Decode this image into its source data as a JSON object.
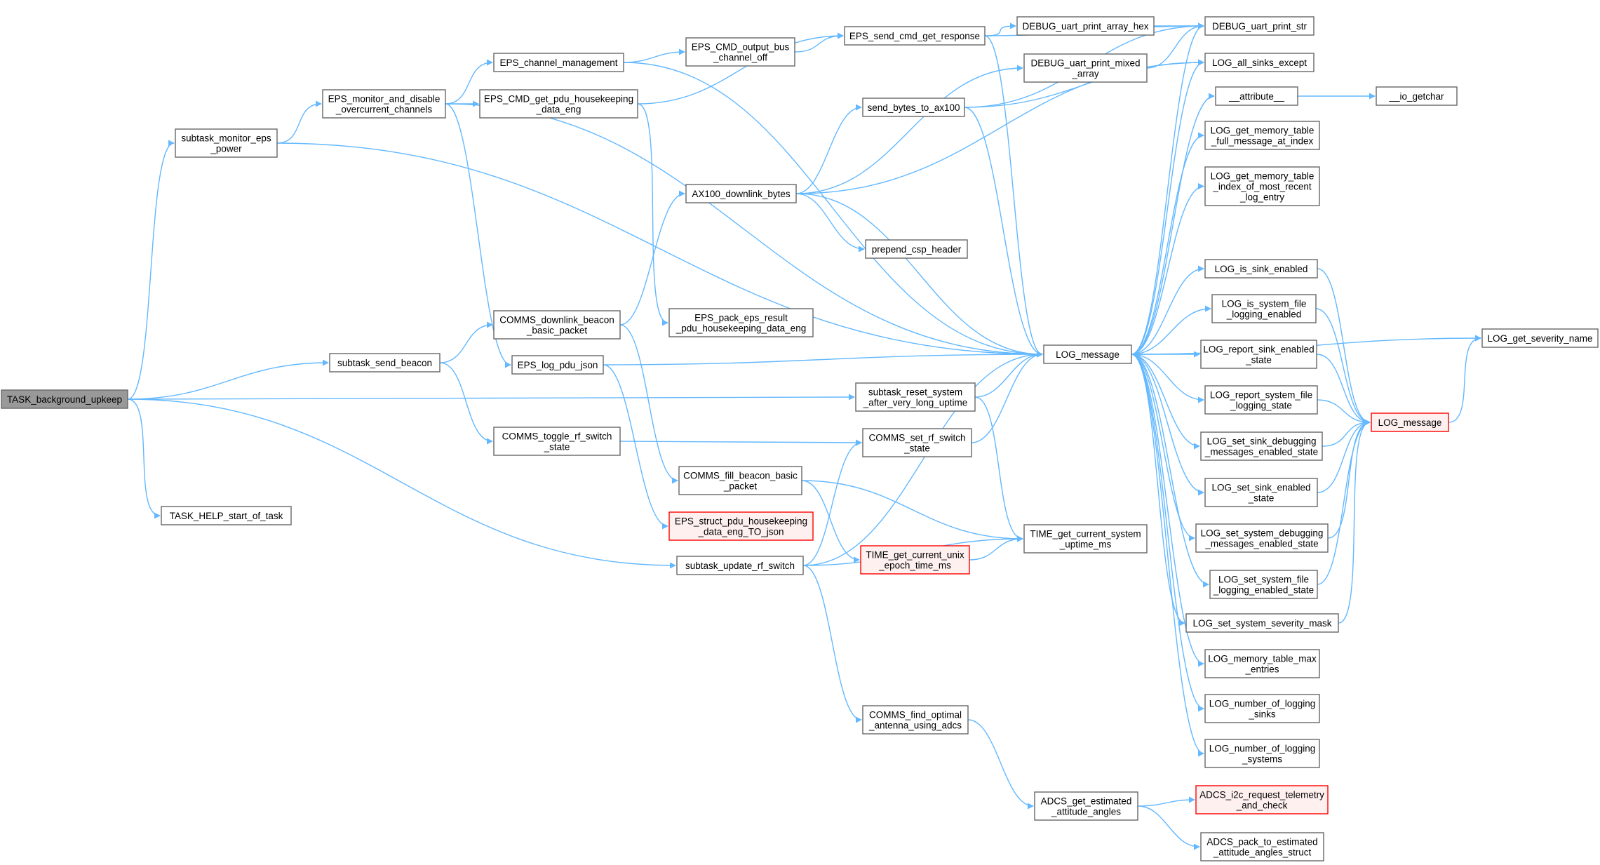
{
  "colors": {
    "edge": "#63b8ff",
    "node_border": "#666666",
    "root_fill": "#999999",
    "red_border": "#ff0000",
    "red_fill": "#fff0f0"
  },
  "nodes": [
    {
      "id": "root",
      "lines": [
        "TASK_background_upkeep"
      ],
      "style": "root"
    },
    {
      "id": "monitor_eps",
      "lines": [
        "subtask_monitor_eps",
        "_power"
      ]
    },
    {
      "id": "help_start",
      "lines": [
        "TASK_HELP_start_of_task"
      ]
    },
    {
      "id": "send_beacon",
      "lines": [
        "subtask_send_beacon"
      ]
    },
    {
      "id": "eps_monitor",
      "lines": [
        "EPS_monitor_and_disable",
        "_overcurrent_channels"
      ]
    },
    {
      "id": "eps_chan_mgmt",
      "lines": [
        "EPS_channel_management"
      ]
    },
    {
      "id": "eps_cmd_pdu",
      "lines": [
        "EPS_CMD_get_pdu_housekeeping",
        "_data_eng"
      ]
    },
    {
      "id": "comms_dl_beacon",
      "lines": [
        "COMMS_downlink_beacon",
        "_basic_packet"
      ]
    },
    {
      "id": "eps_log_pdu",
      "lines": [
        "EPS_log_pdu_json"
      ]
    },
    {
      "id": "comms_toggle_rf",
      "lines": [
        "COMMS_toggle_rf_switch",
        "_state"
      ]
    },
    {
      "id": "update_rf",
      "lines": [
        "subtask_update_rf_switch"
      ]
    },
    {
      "id": "eps_cmd_out",
      "lines": [
        "EPS_CMD_output_bus",
        "_channel_off"
      ]
    },
    {
      "id": "ax100_dl",
      "lines": [
        "AX100_downlink_bytes"
      ]
    },
    {
      "id": "eps_pack",
      "lines": [
        "EPS_pack_eps_result",
        "_pdu_housekeeping_data_eng"
      ]
    },
    {
      "id": "comms_fill",
      "lines": [
        "COMMS_fill_beacon_basic",
        "_packet"
      ]
    },
    {
      "id": "eps_struct",
      "lines": [
        "EPS_struct_pdu_housekeeping",
        "_data_eng_TO_json"
      ],
      "style": "red"
    },
    {
      "id": "eps_send_cmd",
      "lines": [
        "EPS_send_cmd_get_response"
      ]
    },
    {
      "id": "send_bytes",
      "lines": [
        "send_bytes_to_ax100"
      ]
    },
    {
      "id": "prepend_csp",
      "lines": [
        "prepend_csp_header"
      ]
    },
    {
      "id": "reset_system",
      "lines": [
        "subtask_reset_system",
        "_after_very_long_uptime"
      ]
    },
    {
      "id": "comms_set_rf",
      "lines": [
        "COMMS_set_rf_switch",
        "_state"
      ]
    },
    {
      "id": "time_unix",
      "lines": [
        "TIME_get_current_unix",
        "_epoch_time_ms"
      ],
      "style": "red"
    },
    {
      "id": "comms_find_ant",
      "lines": [
        "COMMS_find_optimal",
        "_antenna_using_adcs"
      ]
    },
    {
      "id": "debug_arr_hex",
      "lines": [
        "DEBUG_uart_print_array_hex"
      ]
    },
    {
      "id": "debug_mixed",
      "lines": [
        "DEBUG_uart_print_mixed",
        "_array"
      ]
    },
    {
      "id": "log_message",
      "lines": [
        "LOG_message"
      ]
    },
    {
      "id": "time_uptime",
      "lines": [
        "TIME_get_current_system",
        "_uptime_ms"
      ]
    },
    {
      "id": "adcs_get_att",
      "lines": [
        "ADCS_get_estimated",
        "_attitude_angles"
      ]
    },
    {
      "id": "debug_str",
      "lines": [
        "DEBUG_uart_print_str"
      ]
    },
    {
      "id": "log_all_sinks",
      "lines": [
        "LOG_all_sinks_except"
      ]
    },
    {
      "id": "attribute",
      "lines": [
        "__attribute__"
      ]
    },
    {
      "id": "log_mem_full",
      "lines": [
        "LOG_get_memory_table",
        "_full_message_at_index"
      ]
    },
    {
      "id": "log_mem_idx",
      "lines": [
        "LOG_get_memory_table",
        "_index_of_most_recent",
        "_log_entry"
      ]
    },
    {
      "id": "log_sink_en",
      "lines": [
        "LOG_is_sink_enabled"
      ]
    },
    {
      "id": "log_sys_file",
      "lines": [
        "LOG_is_system_file",
        "_logging_enabled"
      ]
    },
    {
      "id": "log_rep_sink",
      "lines": [
        "LOG_report_sink_enabled",
        "_state"
      ]
    },
    {
      "id": "log_rep_file",
      "lines": [
        "LOG_report_system_file",
        "_logging_state"
      ]
    },
    {
      "id": "log_set_sink_dbg",
      "lines": [
        "LOG_set_sink_debugging",
        "_messages_enabled_state"
      ]
    },
    {
      "id": "log_set_sink_en",
      "lines": [
        "LOG_set_sink_enabled",
        "_state"
      ]
    },
    {
      "id": "log_set_sys_dbg",
      "lines": [
        "LOG_set_system_debugging",
        "_messages_enabled_state"
      ]
    },
    {
      "id": "log_set_sys_file",
      "lines": [
        "LOG_set_system_file",
        "_logging_enabled_state"
      ]
    },
    {
      "id": "log_set_sev",
      "lines": [
        "LOG_set_system_severity_mask"
      ]
    },
    {
      "id": "log_mem_max",
      "lines": [
        "LOG_memory_table_max",
        "_entries"
      ]
    },
    {
      "id": "log_num_sinks",
      "lines": [
        "LOG_number_of_logging",
        "_sinks"
      ]
    },
    {
      "id": "log_num_sys",
      "lines": [
        "LOG_number_of_logging",
        "_systems"
      ]
    },
    {
      "id": "adcs_i2c",
      "lines": [
        "ADCS_i2c_request_telemetry",
        "_and_check"
      ],
      "style": "red"
    },
    {
      "id": "adcs_pack",
      "lines": [
        "ADCS_pack_to_estimated",
        "_attitude_angles_struct"
      ]
    },
    {
      "id": "io_getchar",
      "lines": [
        "__io_getchar"
      ]
    },
    {
      "id": "log_message_red",
      "lines": [
        "LOG_message"
      ],
      "style": "red"
    },
    {
      "id": "log_sev_name",
      "lines": [
        "LOG_get_severity_name"
      ]
    }
  ],
  "edges": [
    [
      "root",
      "monitor_eps"
    ],
    [
      "root",
      "help_start"
    ],
    [
      "root",
      "send_beacon"
    ],
    [
      "root",
      "reset_system"
    ],
    [
      "root",
      "update_rf"
    ],
    [
      "monitor_eps",
      "eps_monitor"
    ],
    [
      "monitor_eps",
      "log_message"
    ],
    [
      "eps_monitor",
      "eps_chan_mgmt"
    ],
    [
      "eps_monitor",
      "eps_cmd_pdu"
    ],
    [
      "eps_monitor",
      "eps_log_pdu"
    ],
    [
      "eps_monitor",
      "log_message"
    ],
    [
      "eps_chan_mgmt",
      "eps_cmd_out"
    ],
    [
      "eps_chan_mgmt",
      "log_message"
    ],
    [
      "eps_cmd_out",
      "eps_send_cmd"
    ],
    [
      "eps_cmd_pdu",
      "eps_send_cmd"
    ],
    [
      "eps_cmd_pdu",
      "eps_pack"
    ],
    [
      "send_beacon",
      "comms_dl_beacon"
    ],
    [
      "send_beacon",
      "comms_toggle_rf"
    ],
    [
      "comms_dl_beacon",
      "ax100_dl"
    ],
    [
      "comms_dl_beacon",
      "comms_fill"
    ],
    [
      "eps_log_pdu",
      "eps_struct"
    ],
    [
      "eps_log_pdu",
      "log_message"
    ],
    [
      "comms_toggle_rf",
      "comms_set_rf"
    ],
    [
      "update_rf",
      "comms_set_rf"
    ],
    [
      "update_rf",
      "log_message"
    ],
    [
      "update_rf",
      "time_uptime"
    ],
    [
      "update_rf",
      "comms_find_ant"
    ],
    [
      "ax100_dl",
      "send_bytes"
    ],
    [
      "ax100_dl",
      "prepend_csp"
    ],
    [
      "ax100_dl",
      "debug_mixed"
    ],
    [
      "ax100_dl",
      "log_all_sinks"
    ],
    [
      "ax100_dl",
      "log_message"
    ],
    [
      "comms_fill",
      "time_unix"
    ],
    [
      "comms_fill",
      "time_uptime"
    ],
    [
      "eps_send_cmd",
      "debug_arr_hex"
    ],
    [
      "eps_send_cmd",
      "debug_str"
    ],
    [
      "eps_send_cmd",
      "log_message"
    ],
    [
      "send_bytes",
      "debug_str"
    ],
    [
      "send_bytes",
      "log_all_sinks"
    ],
    [
      "send_bytes",
      "log_message"
    ],
    [
      "reset_system",
      "log_message"
    ],
    [
      "reset_system",
      "time_uptime"
    ],
    [
      "comms_set_rf",
      "log_message"
    ],
    [
      "time_unix",
      "time_uptime"
    ],
    [
      "comms_find_ant",
      "adcs_get_att"
    ],
    [
      "adcs_get_att",
      "adcs_i2c"
    ],
    [
      "adcs_get_att",
      "adcs_pack"
    ],
    [
      "debug_arr_hex",
      "debug_str"
    ],
    [
      "debug_mixed",
      "debug_str"
    ],
    [
      "log_message",
      "debug_str"
    ],
    [
      "log_message",
      "log_all_sinks"
    ],
    [
      "log_message",
      "attribute"
    ],
    [
      "log_message",
      "log_mem_full"
    ],
    [
      "log_message",
      "log_mem_idx"
    ],
    [
      "log_message",
      "log_sink_en"
    ],
    [
      "log_message",
      "log_sys_file"
    ],
    [
      "log_message",
      "log_rep_sink"
    ],
    [
      "log_message",
      "log_rep_file"
    ],
    [
      "log_message",
      "log_set_sink_dbg"
    ],
    [
      "log_message",
      "log_set_sink_en"
    ],
    [
      "log_message",
      "log_set_sys_dbg"
    ],
    [
      "log_message",
      "log_set_sys_file"
    ],
    [
      "log_message",
      "log_set_sev"
    ],
    [
      "log_message",
      "log_mem_max"
    ],
    [
      "log_message",
      "log_num_sinks"
    ],
    [
      "log_message",
      "log_num_sys"
    ],
    [
      "log_message",
      "log_sev_name"
    ],
    [
      "attribute",
      "io_getchar"
    ],
    [
      "log_sink_en",
      "log_message_red"
    ],
    [
      "log_sys_file",
      "log_message_red"
    ],
    [
      "log_rep_sink",
      "log_message_red"
    ],
    [
      "log_rep_file",
      "log_message_red"
    ],
    [
      "log_set_sink_dbg",
      "log_message_red"
    ],
    [
      "log_set_sink_en",
      "log_message_red"
    ],
    [
      "log_set_sys_dbg",
      "log_message_red"
    ],
    [
      "log_set_sys_file",
      "log_message_red"
    ],
    [
      "log_set_sev",
      "log_message_red"
    ],
    [
      "log_message_red",
      "log_sev_name"
    ]
  ]
}
